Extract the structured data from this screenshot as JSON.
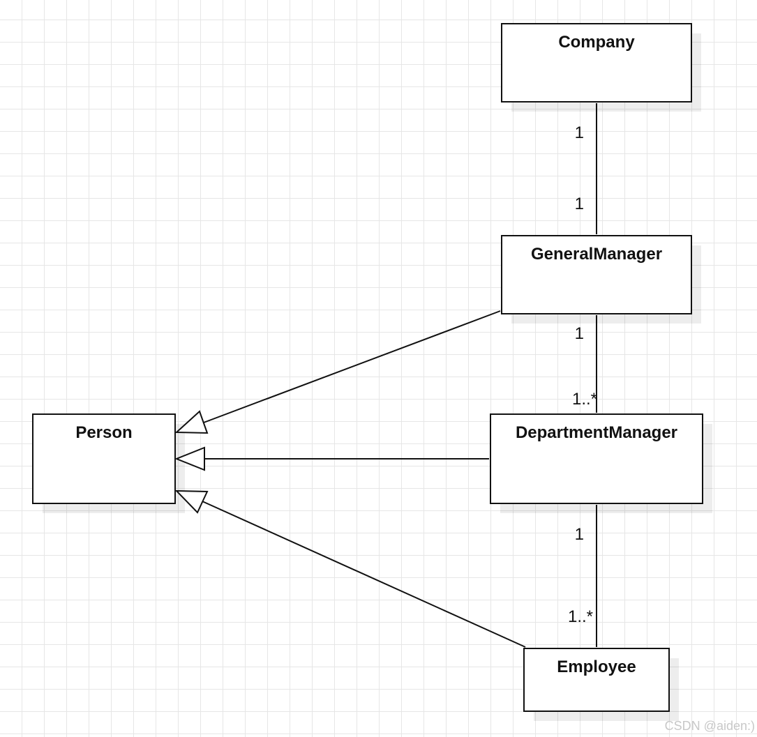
{
  "classes": {
    "company": "Company",
    "general_manager": "GeneralManager",
    "department_manager": "DepartmentManager",
    "person": "Person",
    "employee": "Employee"
  },
  "associations": {
    "company_general_manager": {
      "company_end": "1",
      "general_manager_end": "1"
    },
    "general_manager_department_manager": {
      "general_manager_end": "1",
      "department_manager_end": "1..*"
    },
    "department_manager_employee": {
      "department_manager_end": "1",
      "employee_end": "1..*"
    }
  },
  "watermark": "CSDN @aiden:)"
}
